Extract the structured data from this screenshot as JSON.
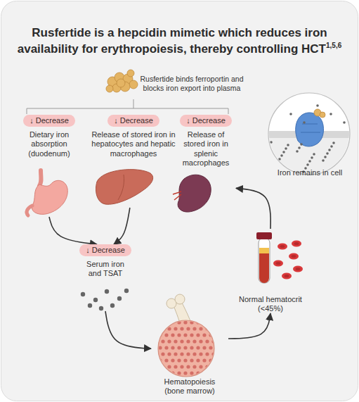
{
  "diagram": {
    "title": "Rusfertide is a hepcidin mimetic which reduces iron availability for erythropoiesis, thereby controlling HCT",
    "nodes": [
      {
        "text": [
          "↓ Decrease",
          "Dietary iron absorption (duodenum)"
        ]
      },
      {
        "text": [
          "↓ Decrease",
          "Release of stored iron in hepatocytes and hepatic macrophages"
        ]
      },
      {
        "text": [
          "↓ Decrease",
          "Release of stored iron in splenic macrophages"
        ]
      },
      {
        "text": [
          "↓ Decrease",
          "Serum iron and TSAT"
        ]
      },
      {
        "text": [
          "Hematopoiesis (bone marrow)"
        ]
      },
      {
        "text": [
          "Normal hematocrit (<45%)"
        ]
      },
      {
        "text": [
          "Iron remains in cell"
        ]
      }
    ],
    "edges": [
      {
        "from": 0,
        "to": 3,
        "arrow": "to"
      },
      {
        "from": 1,
        "to": 3,
        "arrow": "to"
      },
      {
        "from": 3,
        "to": 4,
        "arrow": "to"
      },
      {
        "from": 4,
        "to": 5,
        "arrow": "to"
      },
      {
        "from": 5,
        "to": 2,
        "arrow": "to"
      }
    ],
    "labels": [
      "1,5,6",
      "Rusfertide binds ferroportin and blocks iron export into plasma"
    ]
  }
}
